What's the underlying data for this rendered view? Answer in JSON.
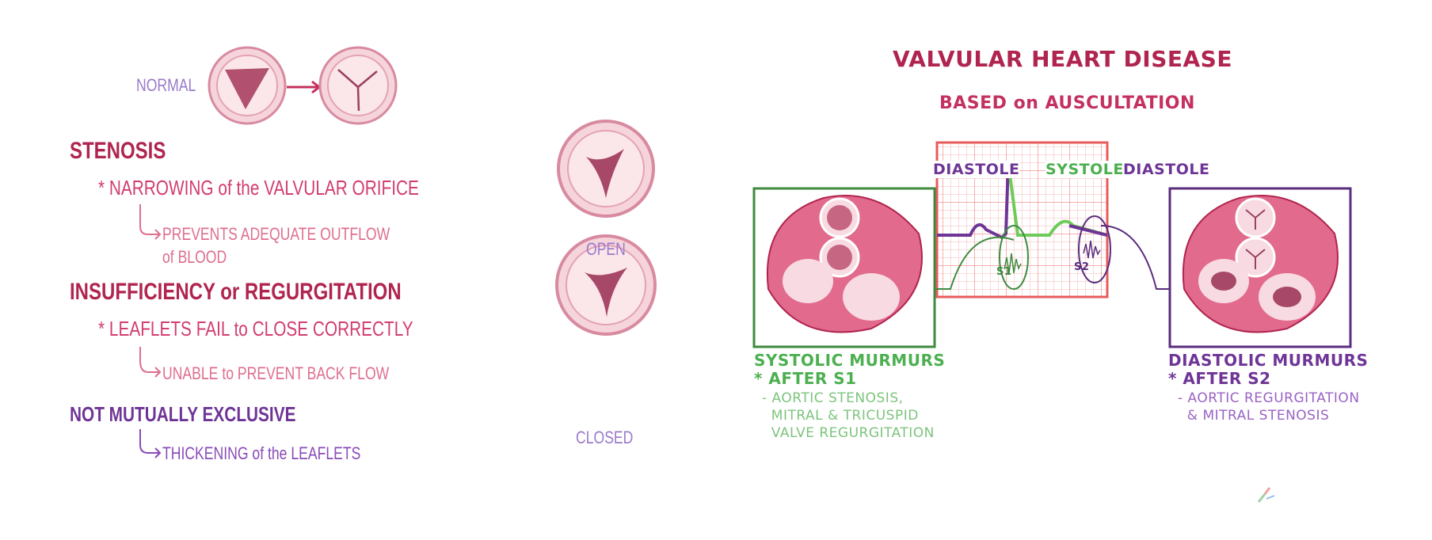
{
  "left_panel": {
    "normal_label": "NORMAL",
    "stenosis": {
      "heading": "STENOSIS",
      "point": "* NARROWING of the VALVULAR ORIFICE",
      "consequence_line1": "PREVENTS ADEQUATE OUTFLOW",
      "consequence_line2": "of BLOOD"
    },
    "insufficiency": {
      "heading": "INSUFFICIENCY or REGURGITATION",
      "point": "* LEAFLETS FAIL to CLOSE CORRECTLY",
      "consequence": "UNABLE to PREVENT BACK FLOW"
    },
    "note": {
      "heading": "NOT MUTUALLY EXCLUSIVE",
      "consequence": "THICKENING of the LEAFLETS"
    },
    "open_label": "OPEN",
    "closed_label": "CLOSED"
  },
  "right_panel": {
    "title": "VALVULAR HEART DISEASE",
    "subtitle": "BASED on AUSCULTATION",
    "ecg_labels": {
      "diastole_left": "DIASTOLE",
      "systole": "SYSTOLE",
      "diastole_right": "DIASTOLE",
      "s1": "S1",
      "s2": "S2"
    },
    "systolic": {
      "heading": "SYSTOLIC MURMURS",
      "point": "* AFTER S1",
      "detail": "- AORTIC STENOSIS,\n  MITRAL & TRICUSPID\n  VALVE REGURGITATION"
    },
    "diastolic": {
      "heading": "DIASTOLIC MURMURS",
      "point": "* AFTER S2",
      "detail": "- AORTIC REGURGITATION\n  & MITRAL STENOSIS"
    }
  },
  "colors": {
    "crimson": "#b0254f",
    "pink": "#d23d6f",
    "purple": "#6e3596",
    "green": "#4caf50",
    "ecg_grid": "#f08080"
  }
}
